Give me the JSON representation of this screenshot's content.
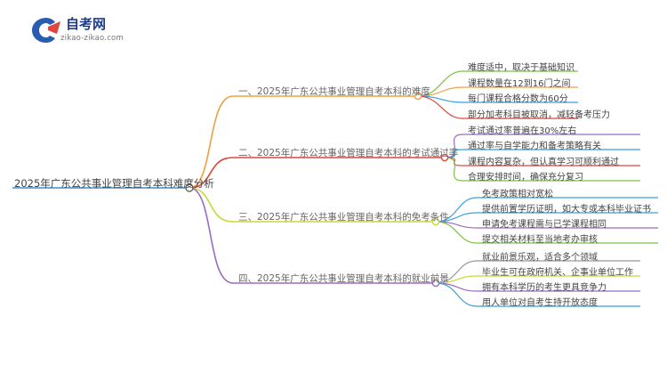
{
  "logo": {
    "title": "自考网",
    "url": "zikao-zikao.com"
  },
  "root": {
    "label": "2025年广东公共事业管理自考本科难度分析"
  },
  "branches": [
    {
      "label": "一、2025年广东公共事业管理自考本科的难度",
      "color": "#f0a040",
      "leaves": [
        {
          "label": "难度适中，取决于基础知识",
          "color": "#7cc242"
        },
        {
          "label": "课程数量在12到16门之间",
          "color": "#f0a040"
        },
        {
          "label": "每门课程合格分数为60分",
          "color": "#3aa0d8"
        },
        {
          "label": "部分加考科目被取消，减轻备考压力",
          "color": "#e0463c"
        }
      ]
    },
    {
      "label": "二、2025年广东公共事业管理自考本科的考试通过率",
      "color": "#e0463c",
      "leaves": [
        {
          "label": "考试通过率普遍在30%左右",
          "color": "#9b6bc4"
        },
        {
          "label": "通过率与自学能力和备考策略有关",
          "color": "#3aa0d8"
        },
        {
          "label": "课程内容复杂，但认真学习可顺利通过",
          "color": "#e0463c"
        },
        {
          "label": "合理安排时间，确保充分复习",
          "color": "#7cc242"
        }
      ]
    },
    {
      "label": "三、2025年广东公共事业管理自考本科的免考条件",
      "color": "#c8d838",
      "leaves": [
        {
          "label": "免考政策相对宽松",
          "color": "#3aa0d8"
        },
        {
          "label": "提供前置学历证明，如大专或本科毕业证书",
          "color": "#3aa0d8"
        },
        {
          "label": "申请免考课程需与已学课程相同",
          "color": "#9b6bc4"
        },
        {
          "label": "提交相关材料至当地考办审核",
          "color": "#7cc242"
        }
      ]
    },
    {
      "label": "四、2025年广东公共事业管理自考本科的就业前景",
      "color": "#9b6bc4",
      "leaves": [
        {
          "label": "就业前景乐观，适合多个领域",
          "color": "#999999"
        },
        {
          "label": "毕业生可在政府机关、企事业单位工作",
          "color": "#c8d838"
        },
        {
          "label": "拥有本科学历的考生更具竞争力",
          "color": "#9b6bc4"
        },
        {
          "label": "用人单位对自考生持开放态度",
          "color": "#3aa0d8"
        }
      ]
    }
  ],
  "colors": {
    "root_line": "#3a8fc8"
  }
}
